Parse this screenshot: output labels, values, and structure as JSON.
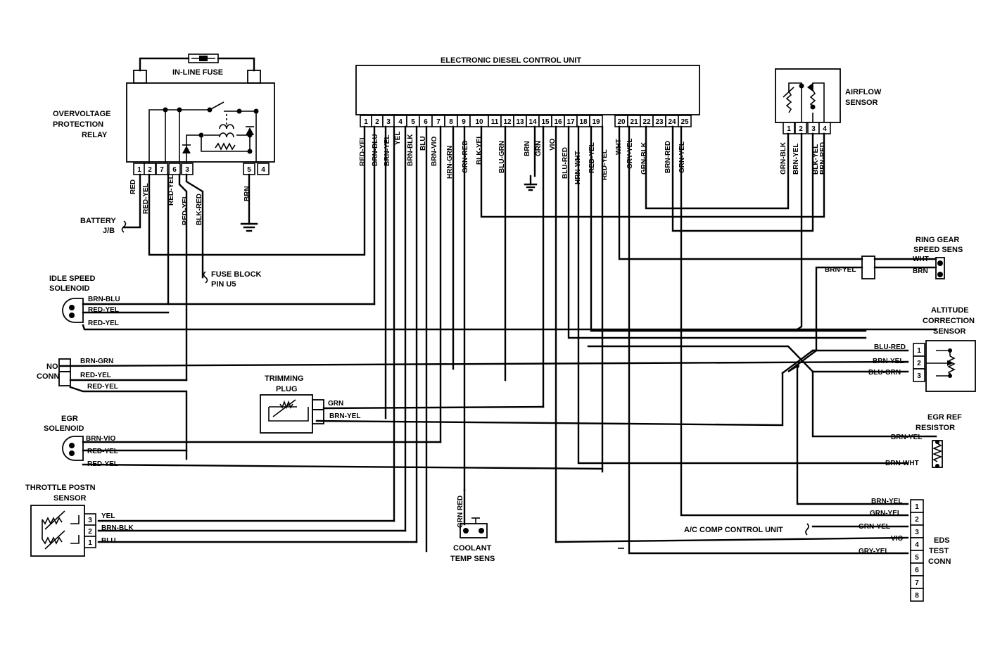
{
  "titles": {
    "ecu": "ELECTRONIC DIESEL CONTROL UNIT",
    "fuse": "IN-LINE FUSE",
    "relay": [
      "OVERVOLTAGE",
      "PROTECTION",
      "RELAY"
    ],
    "airflow": [
      "AIRFLOW",
      "SENSOR"
    ],
    "battery": [
      "BATTERY",
      "J/B"
    ],
    "fuse_block": [
      "FUSE BLOCK",
      "PIN U5"
    ],
    "idle": [
      "IDLE SPEED",
      "SOLENOID"
    ],
    "no_conn": [
      "NO",
      "CONN"
    ],
    "trimming": [
      "TRIMMING",
      "PLUG"
    ],
    "egr": [
      "EGR",
      "SOLENOID"
    ],
    "throttle": [
      "THROTTLE POSTN",
      "SENSOR"
    ],
    "coolant": [
      "COOLANT",
      "TEMP SENS"
    ],
    "ring_gear": [
      "RING GEAR",
      "SPEED SENS"
    ],
    "altitude": [
      "ALTITUDE",
      "CORRECTION",
      "SENSOR"
    ],
    "egr_ref": [
      "EGR REF",
      "RESISTOR"
    ],
    "ac_comp": "A/C COMP CONTROL UNIT",
    "eds": [
      "EDS",
      "TEST",
      "CONN"
    ]
  },
  "ecu_pins": [
    "1",
    "2",
    "3",
    "4",
    "5",
    "6",
    "7",
    "8",
    "9",
    "10",
    "11",
    "12",
    "13",
    "14",
    "15",
    "16",
    "17",
    "18",
    "19",
    "20",
    "21",
    "22",
    "23",
    "24",
    "25"
  ],
  "ecu_wires": [
    "RED-YEL",
    "BRN-BLU",
    "BRN-YEL",
    "YEL",
    "BRN-BLK",
    "BLU",
    "BRN-VIO",
    "HRN-GRN",
    "GRN-RED",
    "BLK-YEL",
    "BLU-GRN",
    "BRN",
    "GRN",
    "VIO",
    "BLU-RED",
    "HRN-WHT",
    "RED-YEL",
    "RED-YEL",
    "WHT",
    "GRY-YEL",
    "GRN-BLK",
    "BRN-RED",
    "GRN-YEL"
  ],
  "relay_pins": [
    "1",
    "2",
    "7",
    "6",
    "3",
    "5",
    "4"
  ],
  "relay_wires": [
    "RED",
    "RED-YEL",
    "RED-YEL",
    "RED-YEL",
    "BLK-RED",
    "BRN"
  ],
  "airflow_pins": [
    "1",
    "2",
    "3",
    "4"
  ],
  "airflow_wires": [
    "GRN-BLK",
    "BRN-YEL",
    "BLK-YEL",
    "BRN-RED"
  ],
  "idle_wires": [
    "BRN-BLU",
    "RED-YEL",
    "RED-YEL"
  ],
  "noconn_wires": [
    "BRN-GRN",
    "RED-YEL",
    "RED-YEL"
  ],
  "trimming_wires": [
    "GRN",
    "BRN-YEL"
  ],
  "egr_wires": [
    "BRN-VIO",
    "RED-YEL",
    "RED-YEL"
  ],
  "throttle_pins": [
    "3",
    "2",
    "1"
  ],
  "throttle_wires": [
    "YEL",
    "BRN-BLK",
    "BLU"
  ],
  "coolant_wire": "GRN RED",
  "ring_wires": [
    "WHT",
    "BRN",
    "BRN-YEL"
  ],
  "altitude_pins": [
    "1",
    "2",
    "3"
  ],
  "altitude_wires": [
    "BLU-RED",
    "BRN-YEL",
    "BLU-GRN"
  ],
  "egr_ref_wires": [
    "BRN-YEL",
    "BRN-WHT"
  ],
  "eds_pins": [
    "1",
    "2",
    "3",
    "4",
    "5",
    "6",
    "7",
    "8"
  ],
  "eds_wires": [
    "BRN-YEL",
    "GRN-YEL",
    "GRN-YEL",
    "VIO",
    "GRY-YEL"
  ]
}
